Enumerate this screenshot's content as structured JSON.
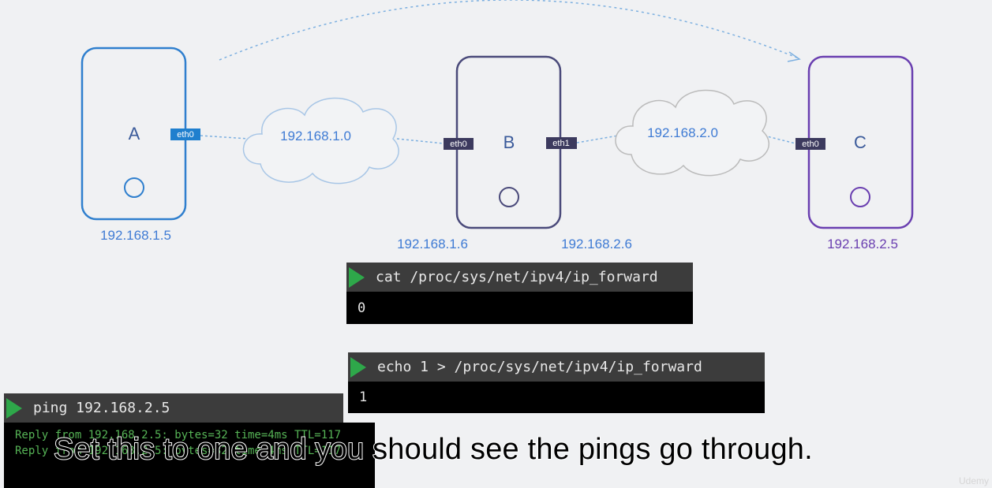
{
  "nodes": [
    {
      "id": "A",
      "label": "A",
      "ip": "192.168.1.5",
      "ports": [
        "eth0"
      ]
    },
    {
      "id": "B",
      "label": "B",
      "ips": [
        "192.168.1.6",
        "192.168.2.6"
      ],
      "ports": [
        "eth0",
        "eth1"
      ]
    },
    {
      "id": "C",
      "label": "C",
      "ip": "192.168.2.5",
      "ports": [
        "eth0"
      ]
    }
  ],
  "networks": [
    "192.168.1.0",
    "192.168.2.0"
  ],
  "terminals": {
    "cat": {
      "command": "cat /proc/sys/net/ipv4/ip_forward",
      "output": "0"
    },
    "echo": {
      "command": "echo 1 > /proc/sys/net/ipv4/ip_forward",
      "output": "1"
    },
    "ping": {
      "command": "ping 192.168.2.5",
      "lines": [
        "Reply from 192.168.2.5: bytes=32 time=4ms TTL=117",
        "Reply from 192.168.2.5: bytes=32 time=4ms TTL=117"
      ]
    }
  },
  "subtitle": "Set this to one and you should see the pings go through.",
  "watermark": "Udemy",
  "colors": {
    "node_a": "#2f7fce",
    "node_b": "#4a4a7a",
    "node_c": "#6a3fb0",
    "ip_blue": "#3f7bd4",
    "ip_purple": "#6a3fb0",
    "port_blue": "#1f7fce",
    "port_dark": "#3c3a5e",
    "terminal_green": "#2ea84a"
  }
}
